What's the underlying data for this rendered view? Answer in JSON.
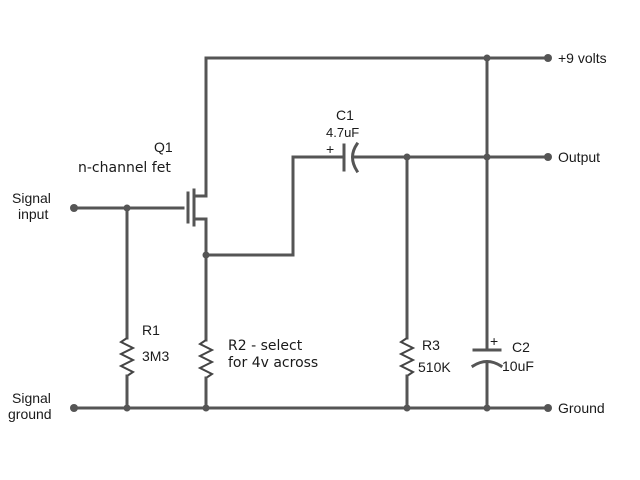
{
  "labels": {
    "supply": "+9 volts",
    "output": "Output",
    "ground": "Ground",
    "signal_input_line1": "Signal",
    "signal_input_line2": "input",
    "signal_ground_line1": "Signal",
    "signal_ground_line2": "ground"
  },
  "components": {
    "q1": {
      "name": "Q1",
      "desc": "n-channel fet"
    },
    "c1": {
      "name": "C1",
      "value": "4.7uF",
      "polarity": "+"
    },
    "r1": {
      "name": "R1",
      "value": "3M3"
    },
    "r2": {
      "name": "R2 - select",
      "value": "for 4v across"
    },
    "r3": {
      "name": "R3",
      "value": "510K"
    },
    "c2": {
      "name": "C2",
      "value": "10uF",
      "polarity": "+"
    }
  }
}
